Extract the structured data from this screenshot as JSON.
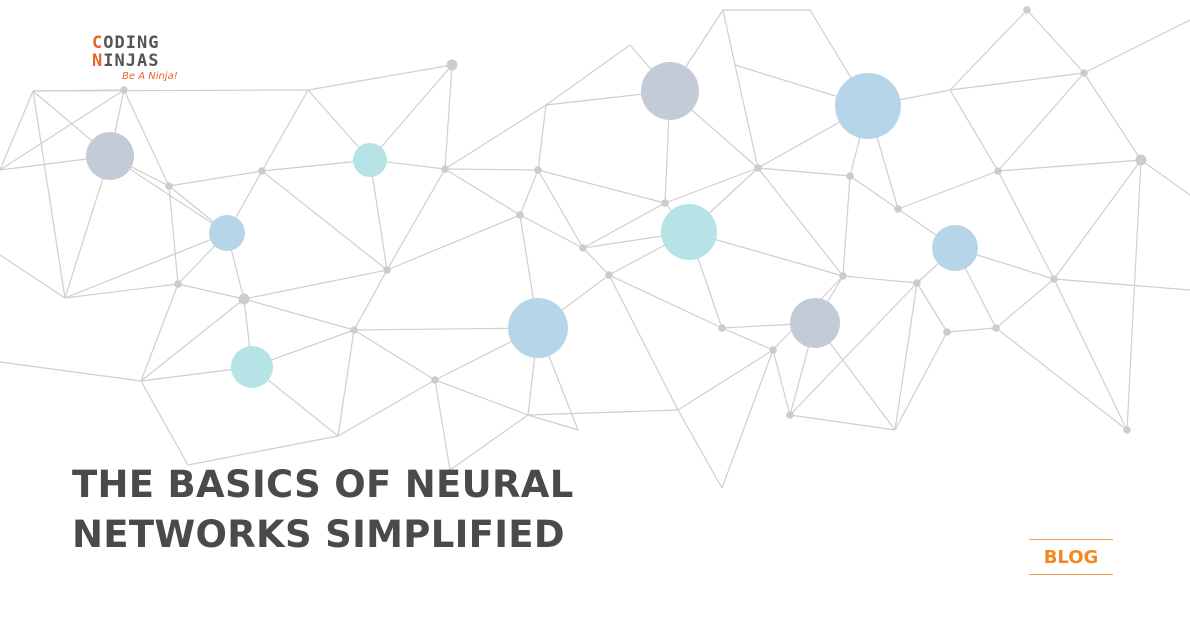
{
  "brand": {
    "line1": "CODING",
    "line2": "NINJAS",
    "tagline": "Be A Ninja!",
    "colors": {
      "accent": "#e5652e",
      "text": "#555555"
    }
  },
  "headline": {
    "line1": "THE BASICS OF NEURAL",
    "line2": "NETWORKS SIMPLIFIED"
  },
  "tag": {
    "label": "BLOG"
  },
  "colors": {
    "title": "#4a4a4a",
    "tag": "#f08a1c",
    "tag_border": "#f0a050",
    "network_line": "#cfcfcf",
    "node_grey": "#c3cbd6",
    "node_blue": "#b6d5e8",
    "node_teal": "#b5e3e6",
    "node_small": "#cccccc"
  }
}
